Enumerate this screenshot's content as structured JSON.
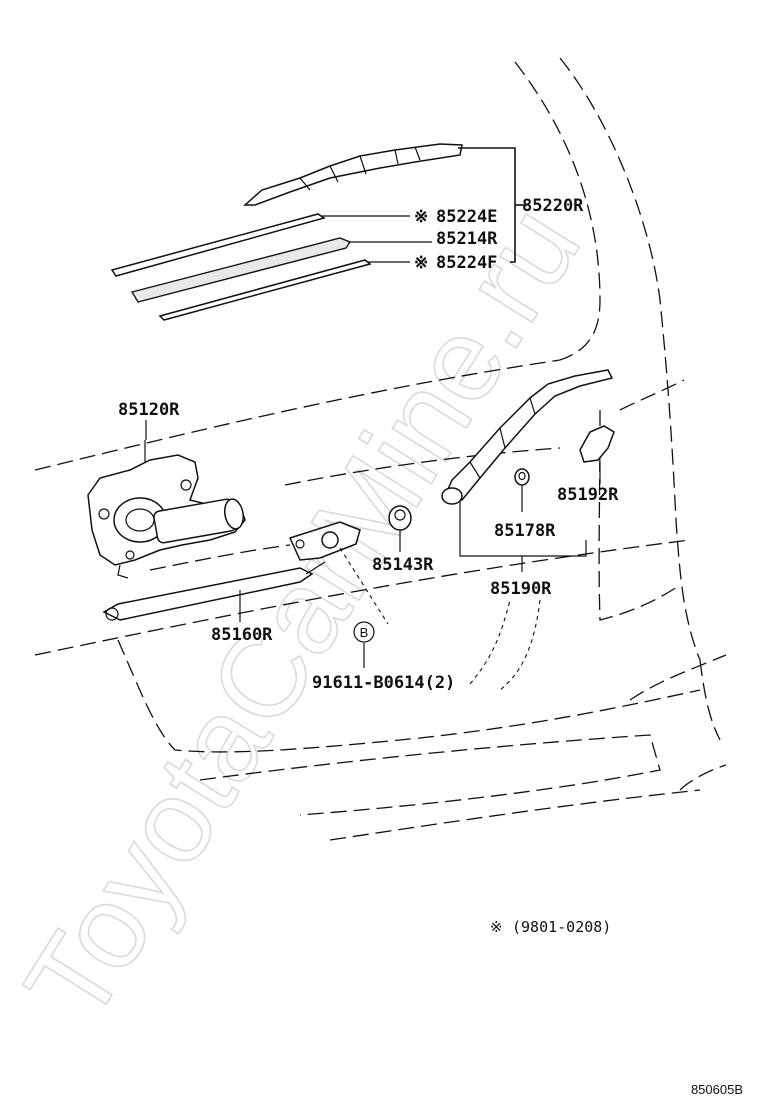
{
  "watermark": "ToyotaCarMine.ru",
  "parts": {
    "p85220R": "85220R",
    "p85224E": "85224E",
    "p85214R": "85214R",
    "p85224F": "85224F",
    "p85120R": "85120R",
    "p85192R": "85192R",
    "p85178R": "85178R",
    "p85143R": "85143R",
    "p85190R": "85190R",
    "p85160R": "85160R",
    "p91611": "91611-B0614(2)"
  },
  "marker_symbol": "※",
  "callout_b": "B",
  "note_text": "(9801-0208)",
  "figure_code": "850605B",
  "colors": {
    "line": "#111111",
    "watermark": "#d9d9d9",
    "background": "#ffffff"
  }
}
